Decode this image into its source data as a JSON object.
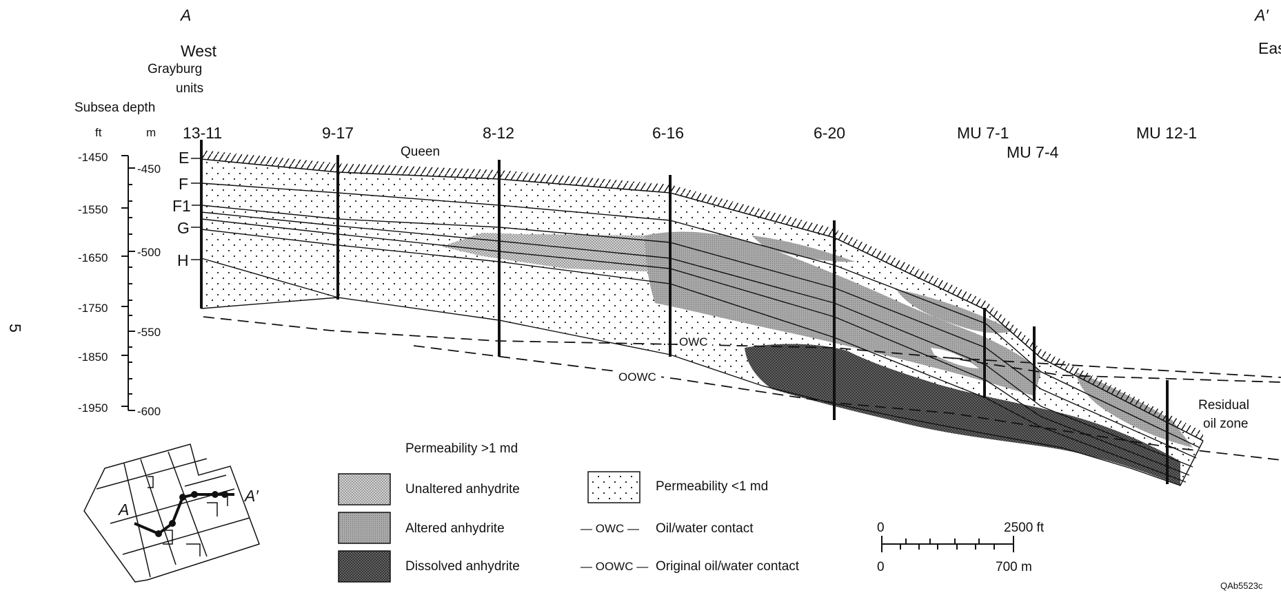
{
  "header": {
    "section_start": "A",
    "section_end": "A′",
    "west": "West",
    "east": "East",
    "grayburg_line1": "Grayburg",
    "grayburg_line2": "units",
    "subsea_depth": "Subsea depth",
    "unit_ft": "ft",
    "unit_m": "m"
  },
  "depth_scale": {
    "ft_labels": [
      "-1450",
      "-1550",
      "-1650",
      "-1750",
      "-1850",
      "-1950"
    ],
    "m_labels": [
      "-450",
      "-500",
      "-550",
      "-600"
    ]
  },
  "units": [
    "E",
    "F",
    "F1",
    "G",
    "H"
  ],
  "wells": [
    "13-11",
    "9-17",
    "8-12",
    "6-16",
    "6-20",
    "MU 7-1",
    "MU 7-4",
    "MU 12-1"
  ],
  "annotations": {
    "queen": "Queen",
    "owc": "OWC",
    "oowc": "OOWC",
    "residual_line1": "Residual",
    "residual_line2": "oil zone",
    "page_number": "5",
    "figure_id": "QAb5523c"
  },
  "legend": {
    "title": "Permeability >1 md",
    "unaltered": "Unaltered anhydrite",
    "altered": "Altered anhydrite",
    "dissolved": "Dissolved anhydrite",
    "perm_low": "Permeability <1 md",
    "owc_symbol": "— OWC —",
    "owc_label": "Oil/water contact",
    "oowc_symbol": "— OOWC —",
    "oowc_label": "Original oil/water contact"
  },
  "scale_bar": {
    "top_zero": "0",
    "top_end": "2500 ft",
    "bottom_zero": "0",
    "bottom_end": "700 m"
  },
  "inset_map": {
    "label_a": "A",
    "label_a_prime": "A′"
  },
  "colors": {
    "ink": "#111111",
    "altered_fill": "#a9a9a9",
    "dissolved_fill": "#6f6f6f",
    "dotted_fill": "#ffffff"
  }
}
